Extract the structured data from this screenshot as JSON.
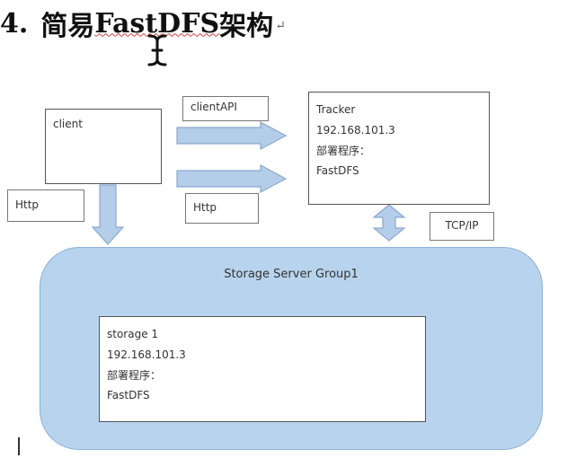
{
  "heading": {
    "number": "4.",
    "prefix": "简易",
    "latin": "FastDFS",
    "suffix": "架构",
    "return_mark": "↵"
  },
  "diagram": {
    "client": {
      "label": "client"
    },
    "client_api_label": "clientAPI",
    "http_label_left": "Http",
    "http_label_mid": "Http",
    "tcpip_label": "TCP/IP",
    "tracker": {
      "name": "Tracker",
      "ip": "192.168.101.3",
      "deploy_label": "部署程序：",
      "program": "FastDFS"
    },
    "storage_group": {
      "title": "Storage Server Group1",
      "storage": {
        "name": "storage 1",
        "ip": "192.168.101.3",
        "deploy_label": "部署程序：",
        "program": "FastDFS"
      }
    }
  },
  "colors": {
    "arrow_fill": "#b4cde8",
    "arrow_stroke": "#8aa9d0",
    "group_fill": "#b8d3ed",
    "squiggle": "#d04040"
  },
  "icons": {
    "text_cursor": "i-beam-cursor-icon"
  }
}
